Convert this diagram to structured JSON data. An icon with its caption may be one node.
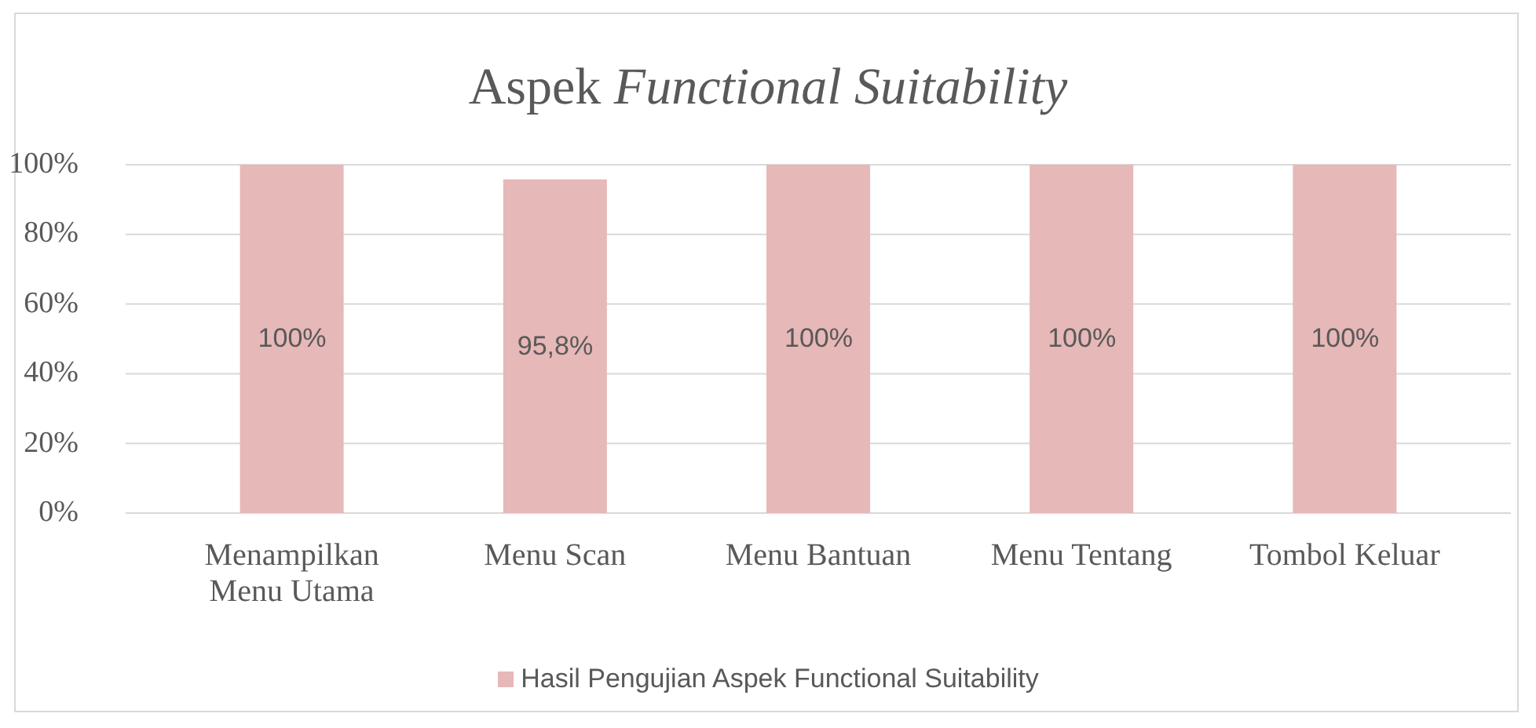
{
  "diagram": {
    "chart_data": {
      "type": "bar",
      "title": "Aspek *Functional Suitability*",
      "categories": [
        "Menampilkan Menu Utama",
        "Menu Scan",
        "Menu Bantuan",
        "Menu Tentang",
        "Tombol Keluar"
      ],
      "series": [
        {
          "name": "Hasil Pengujian Aspek Functional Suitability",
          "color": "#e6b8b7",
          "values": [
            100,
            95.8,
            100,
            100,
            100
          ]
        }
      ],
      "ylim": [
        0,
        100
      ],
      "yticks": [
        {
          "value": 0,
          "label": "0%"
        },
        {
          "value": 20,
          "label": "20%"
        },
        {
          "value": 40,
          "label": "40%"
        },
        {
          "value": 60,
          "label": "60%"
        },
        {
          "value": 80,
          "label": "80%"
        },
        {
          "value": 100,
          "label": "100%"
        }
      ],
      "grid": true,
      "value_labels": [
        "100%",
        "95,8%",
        "100%",
        "100%",
        "100%"
      ]
    }
  }
}
